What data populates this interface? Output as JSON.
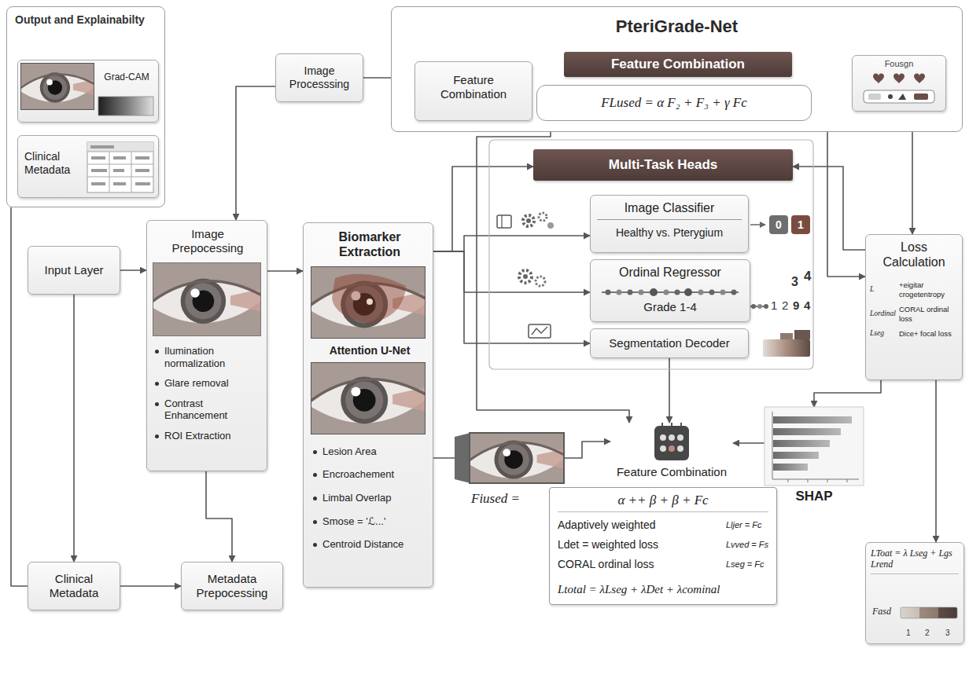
{
  "diagram": {
    "nodes": [
      {
        "text": [
          "Output and Explainabilty"
        ]
      },
      {
        "text": [
          "Grad-CAM"
        ],
        "in": 0
      },
      {
        "text": [
          "Clinical Metadata"
        ],
        "in": 0
      },
      {
        "text": [
          "Image Processsing"
        ]
      },
      {
        "text": [
          "PteriGrade-Net"
        ]
      },
      {
        "text": [
          "Feature Combination"
        ],
        "in": 4
      },
      {
        "text": [
          "Feature Combination"
        ],
        "in": 4
      },
      {
        "text": [
          "FLused = α F₂ + F₃ + γ Fc"
        ],
        "in": 4
      },
      {
        "text": [
          "Fousgn"
        ],
        "in": 4
      },
      {
        "text": [
          "Multi-Task Heads"
        ]
      },
      {
        "text": [
          "Image Classifier",
          "Healthy vs. Pterygium"
        ]
      },
      {
        "text": [
          "Ordinal Regressor",
          "Grade 1-4"
        ]
      },
      {
        "text": [
          "Segmentation Decoder"
        ]
      },
      {
        "text": [
          "Loss Calculation",
          "L",
          "+eigitar crogetentropy",
          "Lordinal",
          "CORAL ordinal loss",
          "Lseg",
          "Dice+ focal loss"
        ]
      },
      {
        "text": [
          "Input Layer"
        ]
      },
      {
        "text": [
          "Image Prepocessing",
          "Ilumination normalization",
          "Glare removal",
          "Contrast Enhancement",
          "ROI Extraction"
        ]
      },
      {
        "text": [
          "Biomarker Extraction",
          "Attention U-Net",
          "Lesion Area",
          "Encroachement",
          "Limbal Overlap",
          "Smose = 'ℒ...'",
          "Centroid Distance"
        ]
      },
      {
        "text": [
          "Clinical Metadata"
        ]
      },
      {
        "text": [
          "Metadata Prepocessing"
        ]
      },
      {
        "text": [
          "Feature Combination"
        ]
      },
      {
        "text": [
          "Fiused =",
          "α ++ β + β + Fc",
          "Adaptively weighted",
          "Ldet = weighted loss",
          "CORAL ordinal loss",
          "Lljer = Fc",
          "Lvved = Fs",
          "Lseg = Fc",
          "Ltotal = λLseg + λDet + λcominal"
        ]
      },
      {
        "text": [
          "SHAP"
        ]
      },
      {
        "text": [
          "LToat = λ Lseg + Lgs Lrend",
          "Fasd"
        ]
      }
    ],
    "edges": [
      {
        "from": 14,
        "to": 15,
        "arrow": "to"
      },
      {
        "from": 14,
        "to": 17,
        "arrow": "to"
      },
      {
        "from": 17,
        "to": 18,
        "arrow": "to"
      },
      {
        "from": 15,
        "to": 18,
        "arrow": "to"
      },
      {
        "from": 15,
        "to": 16,
        "arrow": "to"
      },
      {
        "from": 3,
        "to": 15,
        "arrow": "to"
      },
      {
        "from": 3,
        "to": 6,
        "arrow": "to"
      },
      {
        "from": 17,
        "to": 0,
        "arrow": "none"
      },
      {
        "from": 16,
        "to": 9,
        "arrow": "to"
      },
      {
        "from": 16,
        "to": 10,
        "arrow": "to"
      },
      {
        "from": 16,
        "to": 11,
        "arrow": "to"
      },
      {
        "from": 16,
        "to": 12,
        "arrow": "to"
      },
      {
        "from": 16,
        "to": 19,
        "arrow": "to"
      },
      {
        "from": 12,
        "to": 19,
        "arrow": "to"
      },
      {
        "from": 21,
        "to": 19,
        "arrow": "to"
      },
      {
        "from": 13,
        "to": 21,
        "arrow": "to"
      },
      {
        "from": 13,
        "to": 22,
        "arrow": "to"
      },
      {
        "from": 13,
        "to": 9,
        "arrow": "to"
      },
      {
        "from": 8,
        "to": 13,
        "arrow": "to"
      },
      {
        "from": 7,
        "to": 13,
        "arrow": "to"
      },
      {
        "from": 7,
        "to": 19,
        "arrow": "to"
      }
    ],
    "labels": [
      "0",
      "1",
      "3",
      "4",
      "1",
      "2",
      "9",
      "4",
      "1",
      "2",
      "3"
    ]
  }
}
